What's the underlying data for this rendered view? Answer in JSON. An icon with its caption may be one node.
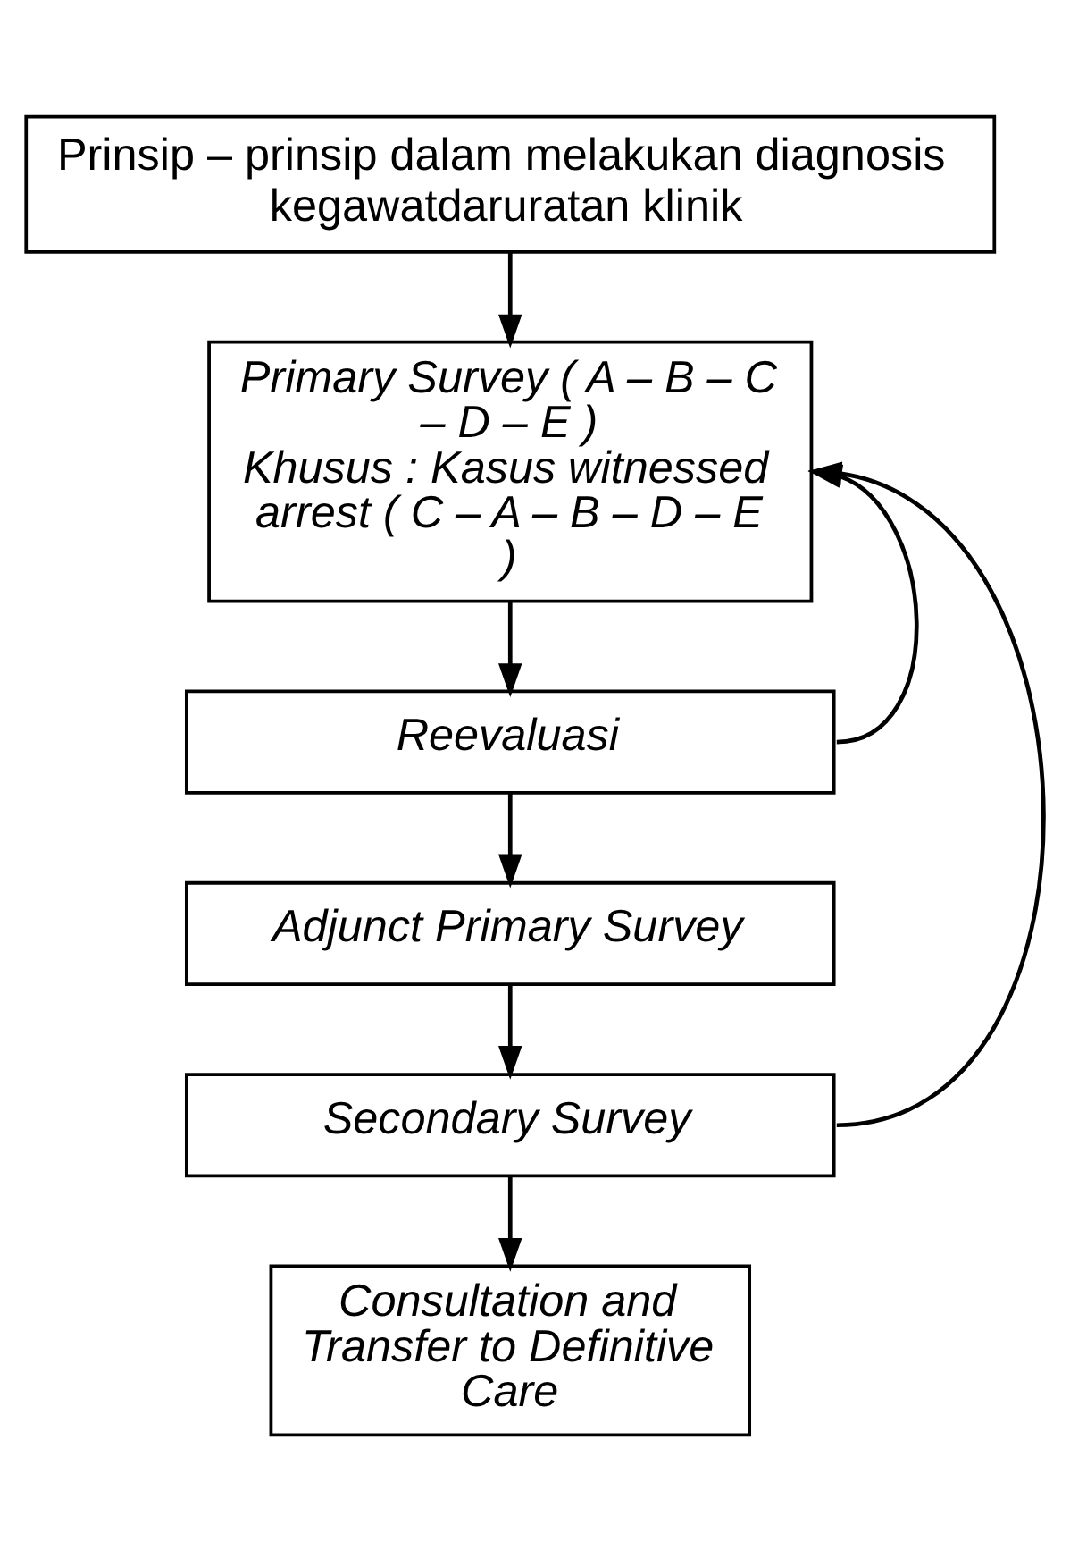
{
  "diagram": {
    "nodes": [
      {
        "text": [
          "Prinsip – prinsip dalam melakukan diagnosis kegawatdaruratan klinik"
        ]
      },
      {
        "text": [
          "Primary Survey ( A – B – C – D – E )",
          "Khusus : Kasus witnessed arrest ( C – A – B – D – E )"
        ]
      },
      {
        "text": [
          "Reevaluasi"
        ]
      },
      {
        "text": [
          "Adjunct Primary Survey"
        ]
      },
      {
        "text": [
          "Secondary Survey"
        ]
      },
      {
        "text": [
          "Consultation and Transfer to Definitive Care"
        ]
      }
    ],
    "edges": [
      {
        "from": 0,
        "to": 1,
        "arrow": "to"
      },
      {
        "from": 1,
        "to": 2,
        "arrow": "to"
      },
      {
        "from": 2,
        "to": 3,
        "arrow": "to"
      },
      {
        "from": 3,
        "to": 4,
        "arrow": "to"
      },
      {
        "from": 4,
        "to": 5,
        "arrow": "to"
      },
      {
        "from": 2,
        "to": 1,
        "arrow": "to"
      },
      {
        "from": 4,
        "to": 1,
        "arrow": "to"
      }
    ]
  }
}
